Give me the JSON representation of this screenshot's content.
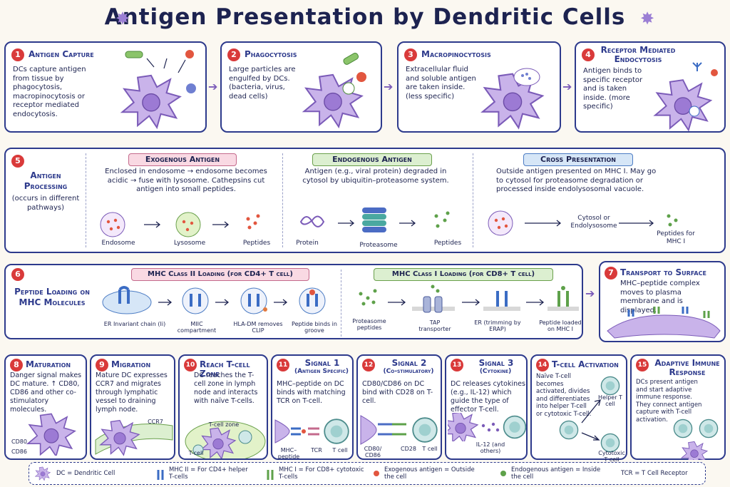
{
  "title": "Antigen Presentation by Dendritic Cells",
  "steps": {
    "s1": {
      "num": "1",
      "title": "Antigen Capture",
      "text": "DCs capture antigen from tissue by phagocytosis, macropinocytosis or receptor mediated endocytosis."
    },
    "s2": {
      "num": "2",
      "title": "Phagocytosis",
      "text": "Large particles are engulfed by DCs. (bacteria, virus, dead cells)"
    },
    "s3": {
      "num": "3",
      "title": "Macropinocytosis",
      "text": "Extracellular fluid and soluble antigen are taken inside. (less specific)"
    },
    "s4": {
      "num": "4",
      "title": "Receptor Mediated Endocytosis",
      "text": "Antigen binds to specific receptor and is taken inside. (more specific)"
    },
    "s5": {
      "num": "5",
      "title": "Antigen Processing",
      "subtitle": "(occurs in different pathways)"
    },
    "s6": {
      "num": "6",
      "title": "Peptide Loading on MHC Molecules"
    },
    "s7": {
      "num": "7",
      "title": "Transport to Surface",
      "text": "MHC–peptide complex moves to plasma membrane and is displayed."
    },
    "s8": {
      "num": "8",
      "title": "Maturation",
      "text": "Danger signal makes DC mature. ↑ CD80, CD86 and other co-stimulatory molecules.",
      "l1": "CD80",
      "l2": "CD86"
    },
    "s9": {
      "num": "9",
      "title": "Migration",
      "text": "Mature DC expresses CCR7 and migrates through lymphatic vessel to draining lymph node.",
      "l1": "CCR7"
    },
    "s10": {
      "num": "10",
      "title": "Reach T-cell Zone",
      "text": "DC reaches the T-cell zone in lymph node and interacts with naïve T-cells.",
      "l1": "T-cell zone",
      "l2": "T-cell"
    },
    "s11": {
      "num": "11",
      "title": "Signal 1",
      "subtitle": "(Antigen Specific)",
      "text": "MHC–peptide on DC binds with matching TCR on T-cell.",
      "l1": "MHC–peptide",
      "l2": "TCR",
      "l3": "T cell"
    },
    "s12": {
      "num": "12",
      "title": "Signal 2",
      "subtitle": "(Co-stimulatory)",
      "text": "CD80/CD86 on DC bind with CD28 on T-cell.",
      "l1": "CD80/ CD86",
      "l2": "CD28",
      "l3": "T cell"
    },
    "s13": {
      "num": "13",
      "title": "Signal 3",
      "subtitle": "(Cytokine)",
      "text": "DC releases cytokines (e.g., IL-12) which guide the type of effector T-cell.",
      "l1": "IL-12 (and others)"
    },
    "s14": {
      "num": "14",
      "title": "T-cell Activation",
      "text": "Naïve T-cell becomes activated, divides and differentiates into helper T-cell or cytotoxic T-cell.",
      "l1": "Helper T cell",
      "l2": "Cytotoxic T cell"
    },
    "s15": {
      "num": "15",
      "title": "Adaptive Immune Response",
      "text": "DCs present antigen and start adaptive immune response. They connect antigen capture with T-cell activation."
    }
  },
  "processing": {
    "exo": {
      "label": "Exogenous Antigen",
      "text": "Enclosed in endosome → endosome becomes acidic → fuse with lysosome. Cathepsins cut antigen into small peptides.",
      "c1": "Endosome",
      "c2": "Lysosome",
      "c3": "Peptides"
    },
    "endo": {
      "label": "Endogenous Antigen",
      "text": "Antigen (e.g., viral protein) degraded in cytosol by ubiquitin–proteasome system.",
      "c1": "Protein",
      "c2": "Proteasome",
      "c3": "Peptides"
    },
    "cross": {
      "label": "Cross Presentation",
      "text": "Outside antigen presented on MHC I. May go to cytosol for proteasome degradation or processed inside endolysosomal vacuole.",
      "c1": "Cytosol or Endolysosome",
      "c2": "Peptides for MHC I"
    }
  },
  "loading": {
    "mhc2": {
      "label": "MHC Class II Loading (for CD4+ T cell)",
      "c1": "ER Invariant chain (Ii)",
      "c2": "MIIC compartment",
      "c3": "HLA-DM removes CLIP",
      "c4": "Peptide binds in groove"
    },
    "mhc1": {
      "label": "MHC Class I Loading (for CD8+ T cell)",
      "c1": "Proteasome peptides",
      "c2": "TAP transporter",
      "c3": "ER (trimming by ERAP)",
      "c4": "Peptide loaded on MHC I"
    }
  },
  "legend": {
    "dc": "DC = Dendritic Cell",
    "mhc2": "MHC II = For CD4+ helper T-cells",
    "mhc1": "MHC I = For CD8+ cytotoxic T-cells",
    "exo": "Exogenous antigen = Outside the cell",
    "endo": "Endogenous antigen = Inside the cell",
    "tcr": "TCR = T Cell Receptor"
  },
  "colors": {
    "border": "#2d3a8c",
    "dc_cell": "#c9b3ea",
    "number": "#d93a3a",
    "exo_pill": "#f9d9e3",
    "endo_pill": "#dcefd0",
    "cross_pill": "#d6e6f7",
    "arrow": "#7b5bb8"
  }
}
